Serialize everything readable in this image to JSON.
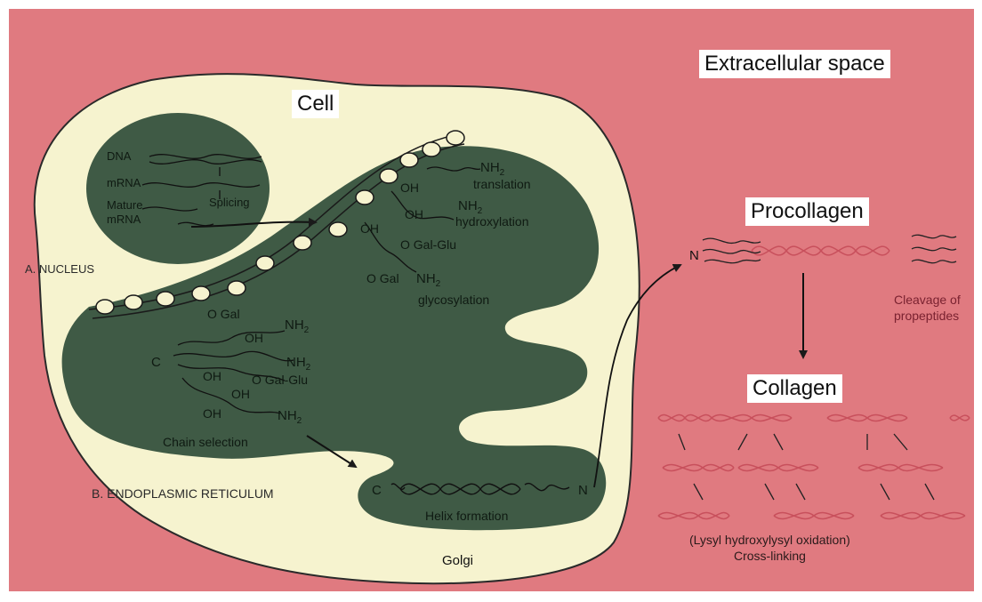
{
  "labels": {
    "extracellular": "Extracellular space",
    "cell": "Cell",
    "procollagen": "Procollagen",
    "collagen": "Collagen",
    "nucleus": "A. NUCLEUS",
    "er": "B. ENDOPLASMIC RETICULUM",
    "golgi": "Golgi",
    "dna": "DNA",
    "mrna": "mRNA",
    "mature": "Mature",
    "mature_mrna": "mRNA",
    "splicing": "Splicing",
    "nh2": "NH",
    "sub2": "2",
    "translation": "translation",
    "hydroxylation": "hydroxylation",
    "glycosylation": "glycosylation",
    "oh": "OH",
    "o_gal_glu": "O Gal-Glu",
    "o_gal": "O Gal",
    "c": "C",
    "n": "N",
    "chain_selection": "Chain selection",
    "helix_formation": "Helix formation",
    "cleavage1": "Cleavage of",
    "cleavage2": "propeptides",
    "lysyl": "(Lysyl hydroxylysyl oxidation)",
    "crosslinking": "Cross-linking"
  },
  "colors": {
    "background": "#e07a80",
    "cell": "#f6f3cf",
    "organelle": "#3f5a45",
    "organelle_text": "#0f1a12",
    "helix": "#c8505c",
    "line": "#1a1a1a"
  }
}
